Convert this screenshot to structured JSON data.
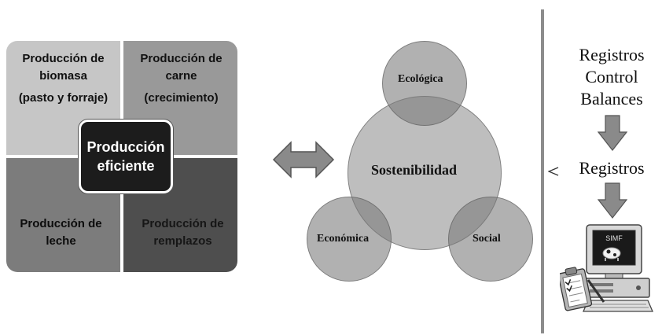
{
  "quadrants": {
    "top_left": [
      "Producción de",
      "biomasa",
      "(pasto y forraje)"
    ],
    "top_right": [
      "Producción de",
      "carne",
      "(crecimiento)"
    ],
    "bottom_left": [
      "Producción de",
      "leche"
    ],
    "bottom_right": [
      "Producción de",
      "remplazos"
    ]
  },
  "center": [
    "Producción",
    "eficiente"
  ],
  "circles": {
    "main": "Sostenibilidad",
    "top": "Ecológica",
    "left": "Económica",
    "right": "Social"
  },
  "right_panel": {
    "lines": [
      "Registros",
      "Control",
      "Balances"
    ],
    "registros": "Registros",
    "screen_label": "SIMF"
  }
}
